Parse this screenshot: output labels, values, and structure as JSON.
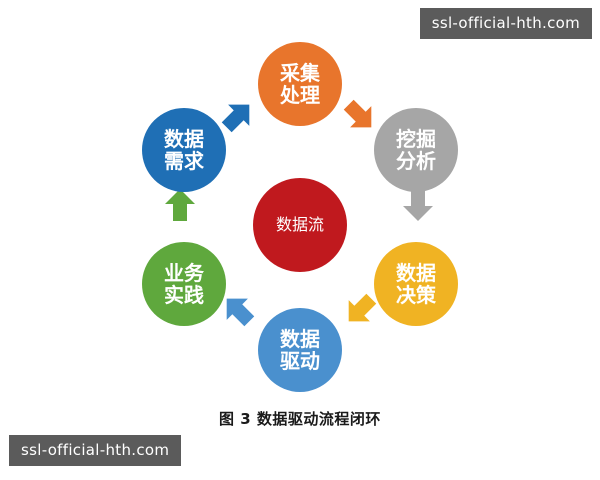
{
  "figure": {
    "caption": "图 3 数据驱动流程闭环",
    "center": {
      "label": "数据流",
      "color": "#C0191E"
    },
    "nodes": [
      {
        "id": "collect",
        "line1": "采集",
        "line2": "处理",
        "color": "#E8752C",
        "position": "top"
      },
      {
        "id": "mining",
        "line1": "挖掘",
        "line2": "分析",
        "color": "#A6A6A6",
        "position": "top-right"
      },
      {
        "id": "decision",
        "line1": "数据",
        "line2": "决策",
        "color": "#F0B323",
        "position": "bottom-right"
      },
      {
        "id": "driven",
        "line1": "数据",
        "line2": "驱动",
        "color": "#4A90CE",
        "position": "bottom"
      },
      {
        "id": "practice",
        "line1": "业务",
        "line2": "实践",
        "color": "#5FA83D",
        "position": "bottom-left"
      },
      {
        "id": "demand",
        "line1": "数据",
        "line2": "需求",
        "color": "#1F6FB5",
        "position": "top-left"
      }
    ],
    "arrows": [
      {
        "id": "demand-collect",
        "from": "数据需求",
        "to": "采集处理",
        "color": "#1F6FB5",
        "direction": "up-right"
      },
      {
        "id": "collect-mining",
        "from": "采集处理",
        "to": "挖掘分析",
        "color": "#E8752C",
        "direction": "down-right"
      },
      {
        "id": "mining-decision",
        "from": "挖掘分析",
        "to": "数据决策",
        "color": "#A6A6A6",
        "direction": "down"
      },
      {
        "id": "decision-driven",
        "from": "数据决策",
        "to": "数据驱动",
        "color": "#F0B323",
        "direction": "down-left"
      },
      {
        "id": "driven-practice",
        "from": "数据驱动",
        "to": "业务实践",
        "color": "#4A90CE",
        "direction": "up-left"
      },
      {
        "id": "practice-demand",
        "from": "业务实践",
        "to": "数据需求",
        "color": "#5FA83D",
        "direction": "up"
      }
    ]
  },
  "watermarks": {
    "top_right": "ssl-official-hth.com",
    "bottom_left": "ssl-official-hth.com",
    "color": "#5b5b5b"
  }
}
